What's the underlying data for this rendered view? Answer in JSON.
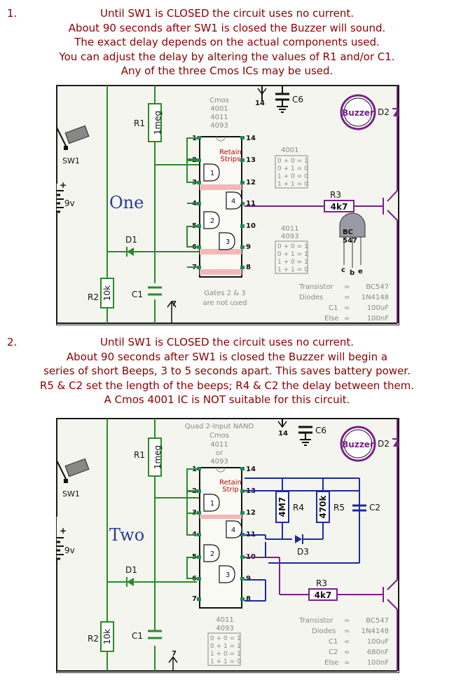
{
  "section1": {
    "number": "1.",
    "lines": [
      "Until SW1 is CLOSED the circuit uses no current.",
      "About 90 seconds after SW1 is closed the Buzzer will sound.",
      "The exact delay depends on the actual components used.",
      "You can adjust the delay by altering the values of R1 and/or C1.",
      "Any of the three Cmos ICs may be used."
    ],
    "circuit": {
      "name": "One",
      "ic_types": [
        "Cmos",
        "4001",
        "4011",
        "4093"
      ],
      "retain_label": [
        "Retain",
        "Strips"
      ],
      "pins_left": [
        "1",
        "2",
        "3",
        "4",
        "5",
        "6",
        "7"
      ],
      "pins_right": [
        "14",
        "13",
        "12",
        "11",
        "10",
        "9",
        "8"
      ],
      "gates": [
        "1",
        "2",
        "3",
        "4"
      ],
      "truth_4001_title": "4001",
      "truth_4001": [
        "0 + 0 = 1",
        "0 + 1 = 0",
        "1 + 0 = 0",
        "1 + 1 = 0"
      ],
      "truth_4011_title": [
        "4011",
        "4093"
      ],
      "truth_4011": [
        "0 + 0 = 1",
        "0 + 1 = 1",
        "1 + 0 = 1",
        "1 + 1 = 0"
      ],
      "note": [
        "Gates 2 & 3",
        "are not used"
      ],
      "components": {
        "r1": "R1",
        "r1_value": "1meg",
        "r2": "R2",
        "r2_value": "10k",
        "c1": "C1",
        "c6": "C6",
        "d1": "D1",
        "d2": "D2",
        "r3": "R3",
        "r3_value": "4k7",
        "sw1": "SW1",
        "battery": "9v",
        "buzzer": "Buzzer",
        "pin14": "14",
        "pin7": "7",
        "transistor_mark": [
          "BC",
          "547"
        ],
        "transistor_pins": [
          "c",
          "b",
          "e"
        ]
      },
      "specs": [
        [
          "Transistor",
          "=",
          "BC547"
        ],
        [
          "Diodes",
          "=",
          "1N4148"
        ],
        [
          "C1",
          "=",
          "100uF"
        ],
        [
          "Else",
          "=",
          "100nF"
        ]
      ]
    }
  },
  "section2": {
    "number": "2.",
    "lines": [
      "Until SW1 is CLOSED the circuit uses no current.",
      "About 90 seconds after SW1 is closed the Buzzer will begin a",
      "series of short Beeps, 3 to 5 seconds apart. This saves battery power.",
      "R5 & C2 set the length of the beeps; R4 & C2 the delay between them.",
      "A Cmos 4001 IC is NOT suitable for this circuit."
    ],
    "circuit": {
      "name": "Two",
      "ic_types": [
        "Quad 2-Input NAND",
        "Cmos",
        "4011",
        "or",
        "4093"
      ],
      "retain_label": [
        "Retain",
        "Strip"
      ],
      "pins_left": [
        "1",
        "2",
        "3",
        "4",
        "5",
        "6",
        "7"
      ],
      "pins_right": [
        "14",
        "13",
        "12",
        "11",
        "10",
        "9",
        "8"
      ],
      "gates": [
        "1",
        "2",
        "3",
        "4"
      ],
      "truth_title": [
        "4011",
        "4093"
      ],
      "truth": [
        "0 + 0 = 1",
        "0 + 1 = 1",
        "1 + 0 = 1",
        "1 + 1 = 0"
      ],
      "components": {
        "r1": "R1",
        "r1_value": "1meg",
        "r2": "R2",
        "r2_value": "10k",
        "c1": "C1",
        "c6": "C6",
        "d1": "D1",
        "d2": "D2",
        "d3": "D3",
        "r3": "R3",
        "r3_value": "4k7",
        "r4": "R4",
        "r4_value": "4M7",
        "r5": "R5",
        "r5_value": "470k",
        "c2": "C2",
        "sw1": "SW1",
        "battery": "9v",
        "buzzer": "Buzzer",
        "pin14": "14",
        "pin7": "7"
      },
      "specs": [
        [
          "Transistor",
          "=",
          "BC547"
        ],
        [
          "Diodes",
          "=",
          "1N4148"
        ],
        [
          "C1",
          "=",
          "100uF"
        ],
        [
          "C2",
          "=",
          "680nF"
        ],
        [
          "Else",
          "=",
          "100nF"
        ]
      ]
    }
  }
}
